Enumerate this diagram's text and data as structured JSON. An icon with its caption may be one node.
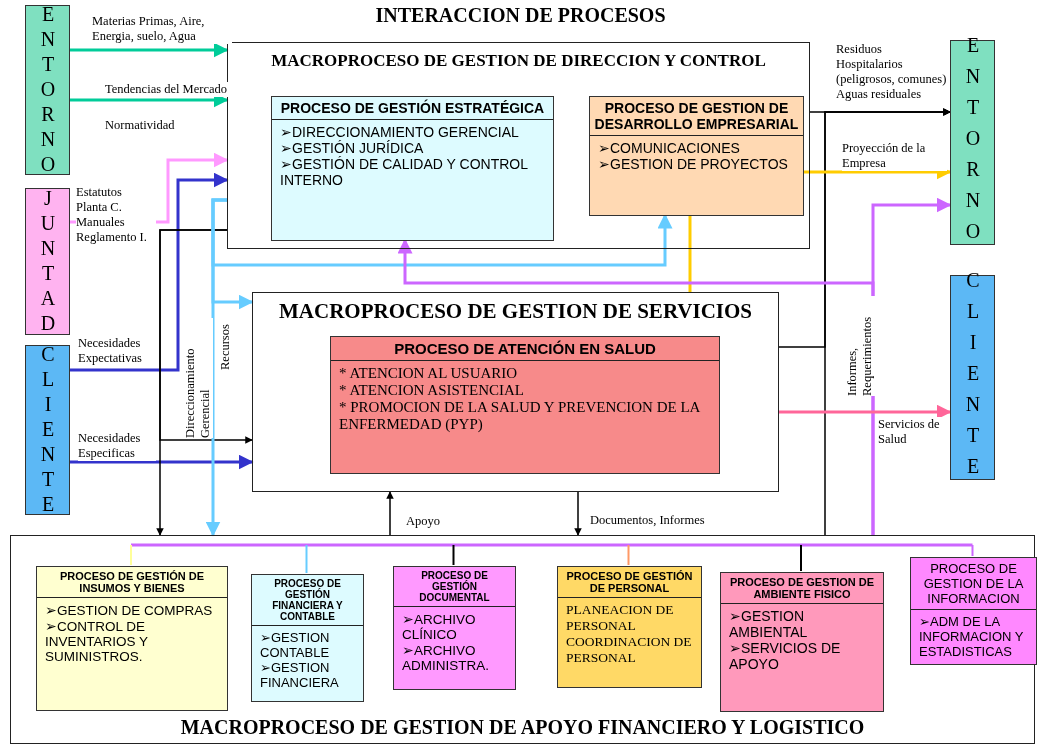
{
  "diagram": {
    "title": "INTERACCION DE PROCESOS",
    "nodes": [
      {
        "text": [
          "ENTORNO"
        ]
      },
      {
        "text": [
          "JUNTAD"
        ]
      },
      {
        "text": [
          "CLIENTE"
        ]
      },
      {
        "text": [
          "MACROPROCESO DE GESTION DE DIRECCION Y CONTROL"
        ]
      },
      {
        "text": [
          "PROCESO DE GESTIÓN ESTRATÉGICA",
          "➢DIRECCIONAMIENTO GERENCIAL",
          "➢GESTIÓN JURÍDICA",
          "➢GESTIÓN DE CALIDAD Y CONTROL INTERNO"
        ],
        "in": 3
      },
      {
        "text": [
          "PROCESO DE GESTION DE DESARROLLO EMPRESARIAL",
          "➢COMUNICACIONES",
          "➢GESTION DE PROYECTOS"
        ],
        "in": 3
      },
      {
        "text": [
          "MACROPROCESO DE GESTION DE SERVICIOS"
        ]
      },
      {
        "text": [
          "PROCESO DE ATENCIÓN EN SALUD",
          "* ATENCION AL USUARIO",
          "* ATENCION ASISTENCIAL",
          "* PROMOCION DE LA SALUD Y PREVENCION DE LA ENFERMEDAD (PYP)"
        ],
        "in": 6
      },
      {
        "text": [
          "ENTORNO"
        ]
      },
      {
        "text": [
          "CLIENTE"
        ]
      },
      {
        "text": [
          "MACROPROCESO DE GESTION DE APOYO FINANCIERO Y LOGISTICO"
        ]
      },
      {
        "text": [
          "PROCESO DE GESTIÓN DE INSUMOS Y BIENES",
          "➢GESTION DE COMPRAS",
          "➢CONTROL DE INVENTARIOS Y SUMINISTROS."
        ],
        "in": 10
      },
      {
        "text": [
          "PROCESO DE GESTIÓN FINANCIERA Y CONTABLE",
          "➢GESTION CONTABLE",
          "➢GESTION FINANCIERA"
        ],
        "in": 10
      },
      {
        "text": [
          "PROCESO DE GESTIÓN DOCUMENTAL",
          "➢ARCHIVO CLÍNICO",
          "➢ARCHIVO ADMINISTRA."
        ],
        "in": 10
      },
      {
        "text": [
          "PROCESO DE GESTIÓN DE PERSONAL",
          "PLANEACION DE PERSONAL",
          "COORDINACION DE PERSONAL"
        ],
        "in": 10
      },
      {
        "text": [
          "PROCESO DE GESTION DE AMBIENTE FISICO",
          "➢GESTION AMBIENTAL",
          "➢SERVICIOS DE APOYO"
        ],
        "in": 10
      },
      {
        "text": [
          "PROCESO DE GESTION DE LA INFORMACION",
          "➢ADM DE LA INFORMACION Y ESTADISTICAS"
        ],
        "in": 10
      }
    ],
    "edges": [
      {
        "from": 0,
        "to": 3,
        "arrow": "to",
        "label": "Materias Primas, Aire, Energia, suelo, Agua",
        "color": "#00cc99"
      },
      {
        "from": 0,
        "to": 3,
        "arrow": "to",
        "label": "Tendencias del Mercado",
        "color": "#00cc99"
      },
      {
        "from": 1,
        "to": 3,
        "arrow": "to",
        "label": "Estatutos Planta C. Manuales Reglamento I.",
        "color": "#ff99ff"
      },
      {
        "from": 2,
        "to": 3,
        "arrow": "to",
        "label": "Necesidades Expectativas",
        "color": "#3333cc"
      },
      {
        "from": 2,
        "to": 6,
        "arrow": "to",
        "label": "Necesidades Especificas",
        "color": "#3333cc"
      },
      {
        "from": 3,
        "to": 6,
        "arrow": "to",
        "label": "Direccionamiento Gerencial"
      },
      {
        "from": 3,
        "to": 10,
        "arrow": "to"
      },
      {
        "from": 3,
        "to": 6,
        "arrow": "to",
        "label": "Recursos",
        "color": "#66ccff"
      },
      {
        "from": 3,
        "to": 5,
        "arrow": "to",
        "color": "#66ccff"
      },
      {
        "from": 3,
        "to": 10,
        "arrow": "to",
        "color": "#66ccff"
      },
      {
        "from": 3,
        "to": 8,
        "arrow": "to",
        "label": "Residuos Hospitalarios (peligrosos, comunes) Aguas residuales"
      },
      {
        "from": 6,
        "to": 8,
        "arrow": "to"
      },
      {
        "from": 10,
        "to": 8,
        "arrow": "to"
      },
      {
        "from": 5,
        "to": 8,
        "arrow": "to",
        "label": "Proyección de la Empresa",
        "color": "#ffcc00"
      },
      {
        "from": 5,
        "to": 6,
        "arrow": "none",
        "color": "#ffcc00"
      },
      {
        "from": 10,
        "to": 8,
        "arrow": "to",
        "label": "Informes, Requerimientos",
        "color": "#cc66ff"
      },
      {
        "from": 10,
        "to": 4,
        "arrow": "to",
        "color": "#cc66ff"
      },
      {
        "from": 6,
        "to": 9,
        "arrow": "to",
        "label": "Servicios de Salud",
        "color": "#ff6699"
      },
      {
        "from": 10,
        "to": 6,
        "arrow": "to",
        "label": "Apoyo"
      },
      {
        "from": 6,
        "to": 10,
        "arrow": "to",
        "label": "Documentos, Informes"
      }
    ],
    "labels": [
      "Normatividad"
    ]
  }
}
